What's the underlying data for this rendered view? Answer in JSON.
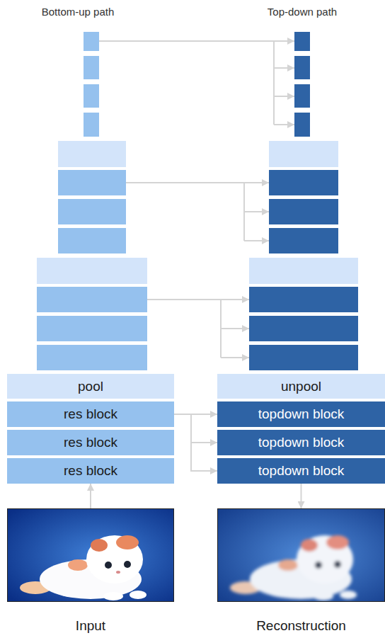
{
  "diagram": {
    "nodes": [
      {
        "text": [
          "pool"
        ]
      },
      {
        "text": [
          "res block"
        ]
      },
      {
        "text": [
          "res block"
        ]
      },
      {
        "text": [
          "res block"
        ]
      },
      {
        "text": [
          "unpool"
        ]
      },
      {
        "text": [
          "topdown block"
        ]
      },
      {
        "text": [
          "topdown block"
        ]
      },
      {
        "text": [
          "topdown block"
        ]
      },
      {
        "text": [
          "Input"
        ]
      },
      {
        "text": [
          "Reconstruction"
        ]
      }
    ],
    "edges": [
      {
        "from": 8,
        "to": 3,
        "arrow": "to"
      },
      {
        "from": 1,
        "to": 5,
        "arrow": "to"
      },
      {
        "from": 1,
        "to": 6,
        "arrow": "to"
      },
      {
        "from": 1,
        "to": 7,
        "arrow": "to"
      },
      {
        "from": 7,
        "to": 9,
        "arrow": "to"
      }
    ],
    "labels": [
      "Bottom-up path",
      "Top-down path"
    ]
  }
}
